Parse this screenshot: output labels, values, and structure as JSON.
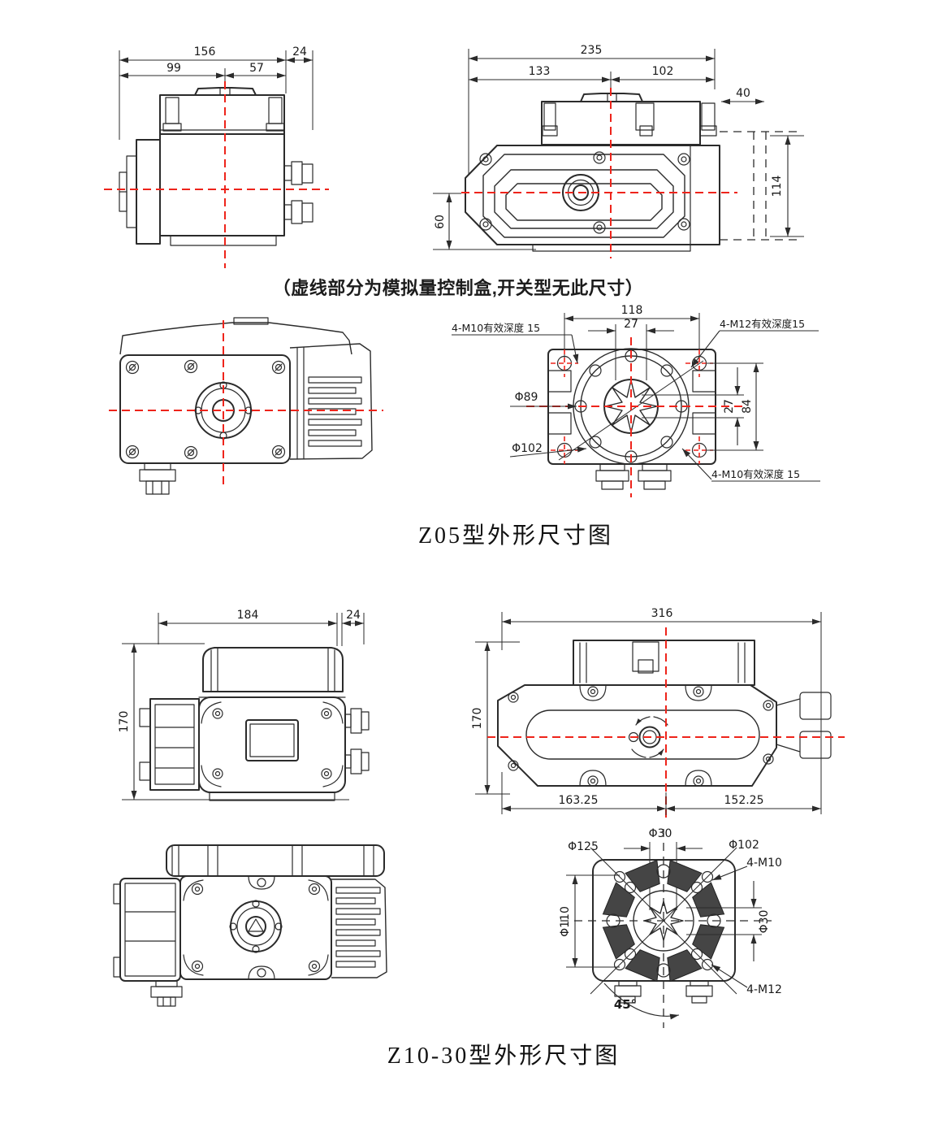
{
  "colors": {
    "line": "#2b2b2b",
    "centerline_red": "#ee241b",
    "text": "#1a1a1a",
    "background": "#ffffff"
  },
  "note": {
    "text": "（虚线部分为模拟量控制盒,开关型无此尺寸）"
  },
  "z05": {
    "title": "Z05型外形尺寸图",
    "side": {
      "w_total": "156",
      "w_gland": "24",
      "w_left": "99",
      "w_right": "57"
    },
    "top": {
      "l_total": "235",
      "l_left": "133",
      "l_right": "102",
      "box_w": "40",
      "box_h": "114",
      "h_bottom": "60"
    },
    "mount": {
      "bolt_span_h": "118",
      "sq_w": "27",
      "sq_h": "27",
      "bolt_span_v": "84",
      "dia_spigot": "Φ89",
      "dia_flange": "Φ102",
      "thread_tl": "4-M10有效深度 15",
      "thread_tr": "4-M12有效深度15",
      "thread_br": "4-M10有效深度 15"
    }
  },
  "z10": {
    "title": "Z10-30型外形尺寸图",
    "side": {
      "w_body": "184",
      "w_gland": "24",
      "h_body": "170"
    },
    "top": {
      "l_total": "316",
      "h_body": "170",
      "l_left": "163.25",
      "l_right": "152.25"
    },
    "mount": {
      "sq_top": "Φ30",
      "dia_bc1": "Φ125",
      "dia_bc2": "Φ102",
      "thread_small": "4-M10",
      "dia_body": "Φ110",
      "sq_right": "Φ30",
      "thread_big": "4-M12",
      "angle": "45°"
    }
  }
}
